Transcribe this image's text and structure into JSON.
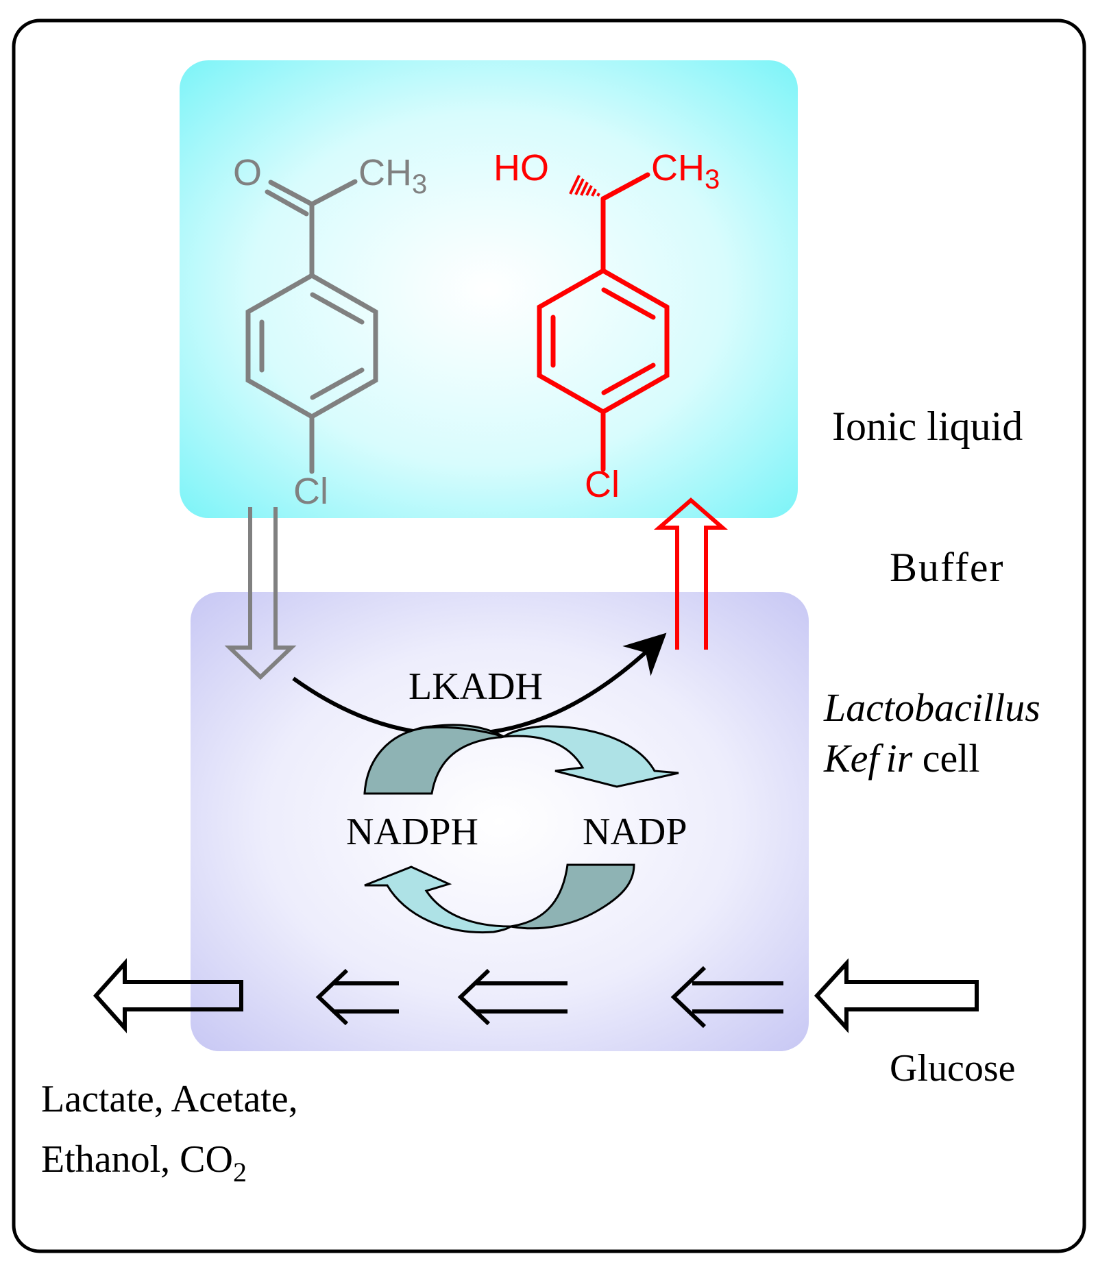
{
  "phases": {
    "ionic_liquid": "Ionic liquid",
    "buffer": "Buffer",
    "cell_line1": "Lactobacillus",
    "cell_line2_italic_a": "Kef",
    "cell_line2_italic_b": "ir",
    "cell_line2_plain": " cell"
  },
  "substrate": {
    "label_o": "O",
    "label_ch": "CH",
    "label_sub": "3",
    "label_cl": "Cl",
    "color": "#808080"
  },
  "product": {
    "label_ho": "HO",
    "label_ch": "CH",
    "label_sub": "3",
    "label_cl": "Cl",
    "color": "#ff0000"
  },
  "enzyme": {
    "label": "LKADH"
  },
  "cofactors": {
    "reduced": "NADPH",
    "oxidized": "NADP"
  },
  "metabolism": {
    "input": "Glucose",
    "output_line1": "Lactate, Acetate,",
    "output_line2_main": "Ethanol, CO",
    "output_line2_sub": "2"
  },
  "colors": {
    "ionic_liquid_box": "#7df4f8",
    "cell_box": "#c8c8f4",
    "cycle_arrow_dark": "#8eb3b4",
    "cycle_arrow_light": "#aee2e6",
    "flow_arrow": "#000000"
  }
}
